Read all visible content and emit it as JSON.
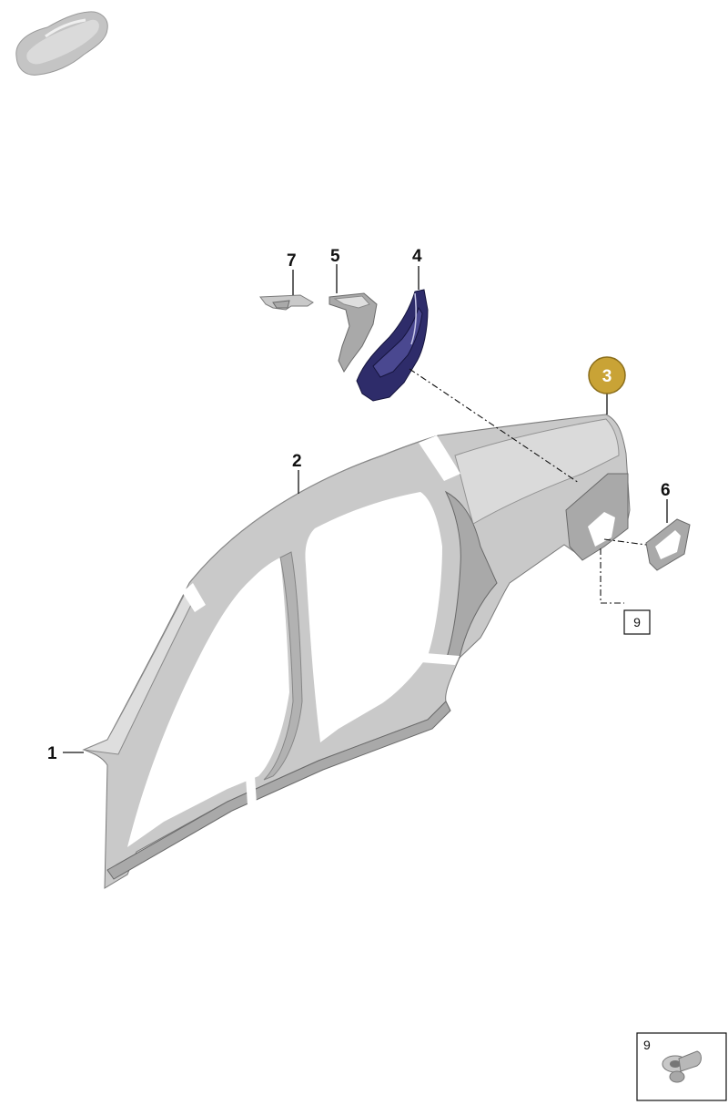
{
  "callouts": [
    {
      "id": "1",
      "label": "1",
      "highlighted": false
    },
    {
      "id": "2",
      "label": "2",
      "highlighted": false
    },
    {
      "id": "3",
      "label": "3",
      "highlighted": true
    },
    {
      "id": "4",
      "label": "4",
      "highlighted": false
    },
    {
      "id": "5",
      "label": "5",
      "highlighted": false
    },
    {
      "id": "6",
      "label": "6",
      "highlighted": false
    },
    {
      "id": "7",
      "label": "7",
      "highlighted": false
    },
    {
      "id": "9",
      "label": "9",
      "highlighted": false,
      "boxed": true
    }
  ],
  "inset": {
    "label": "9"
  },
  "colors": {
    "highlight": "#c9a336",
    "highlight_stroke": "#8a6d1a",
    "part_grey": "#c9c9c9",
    "part_navy": "#2e2c6a",
    "line": "#111111"
  },
  "icons": {
    "car_thumbnail": "car-silhouette-icon",
    "fastener": "rivet-nut-icon"
  }
}
